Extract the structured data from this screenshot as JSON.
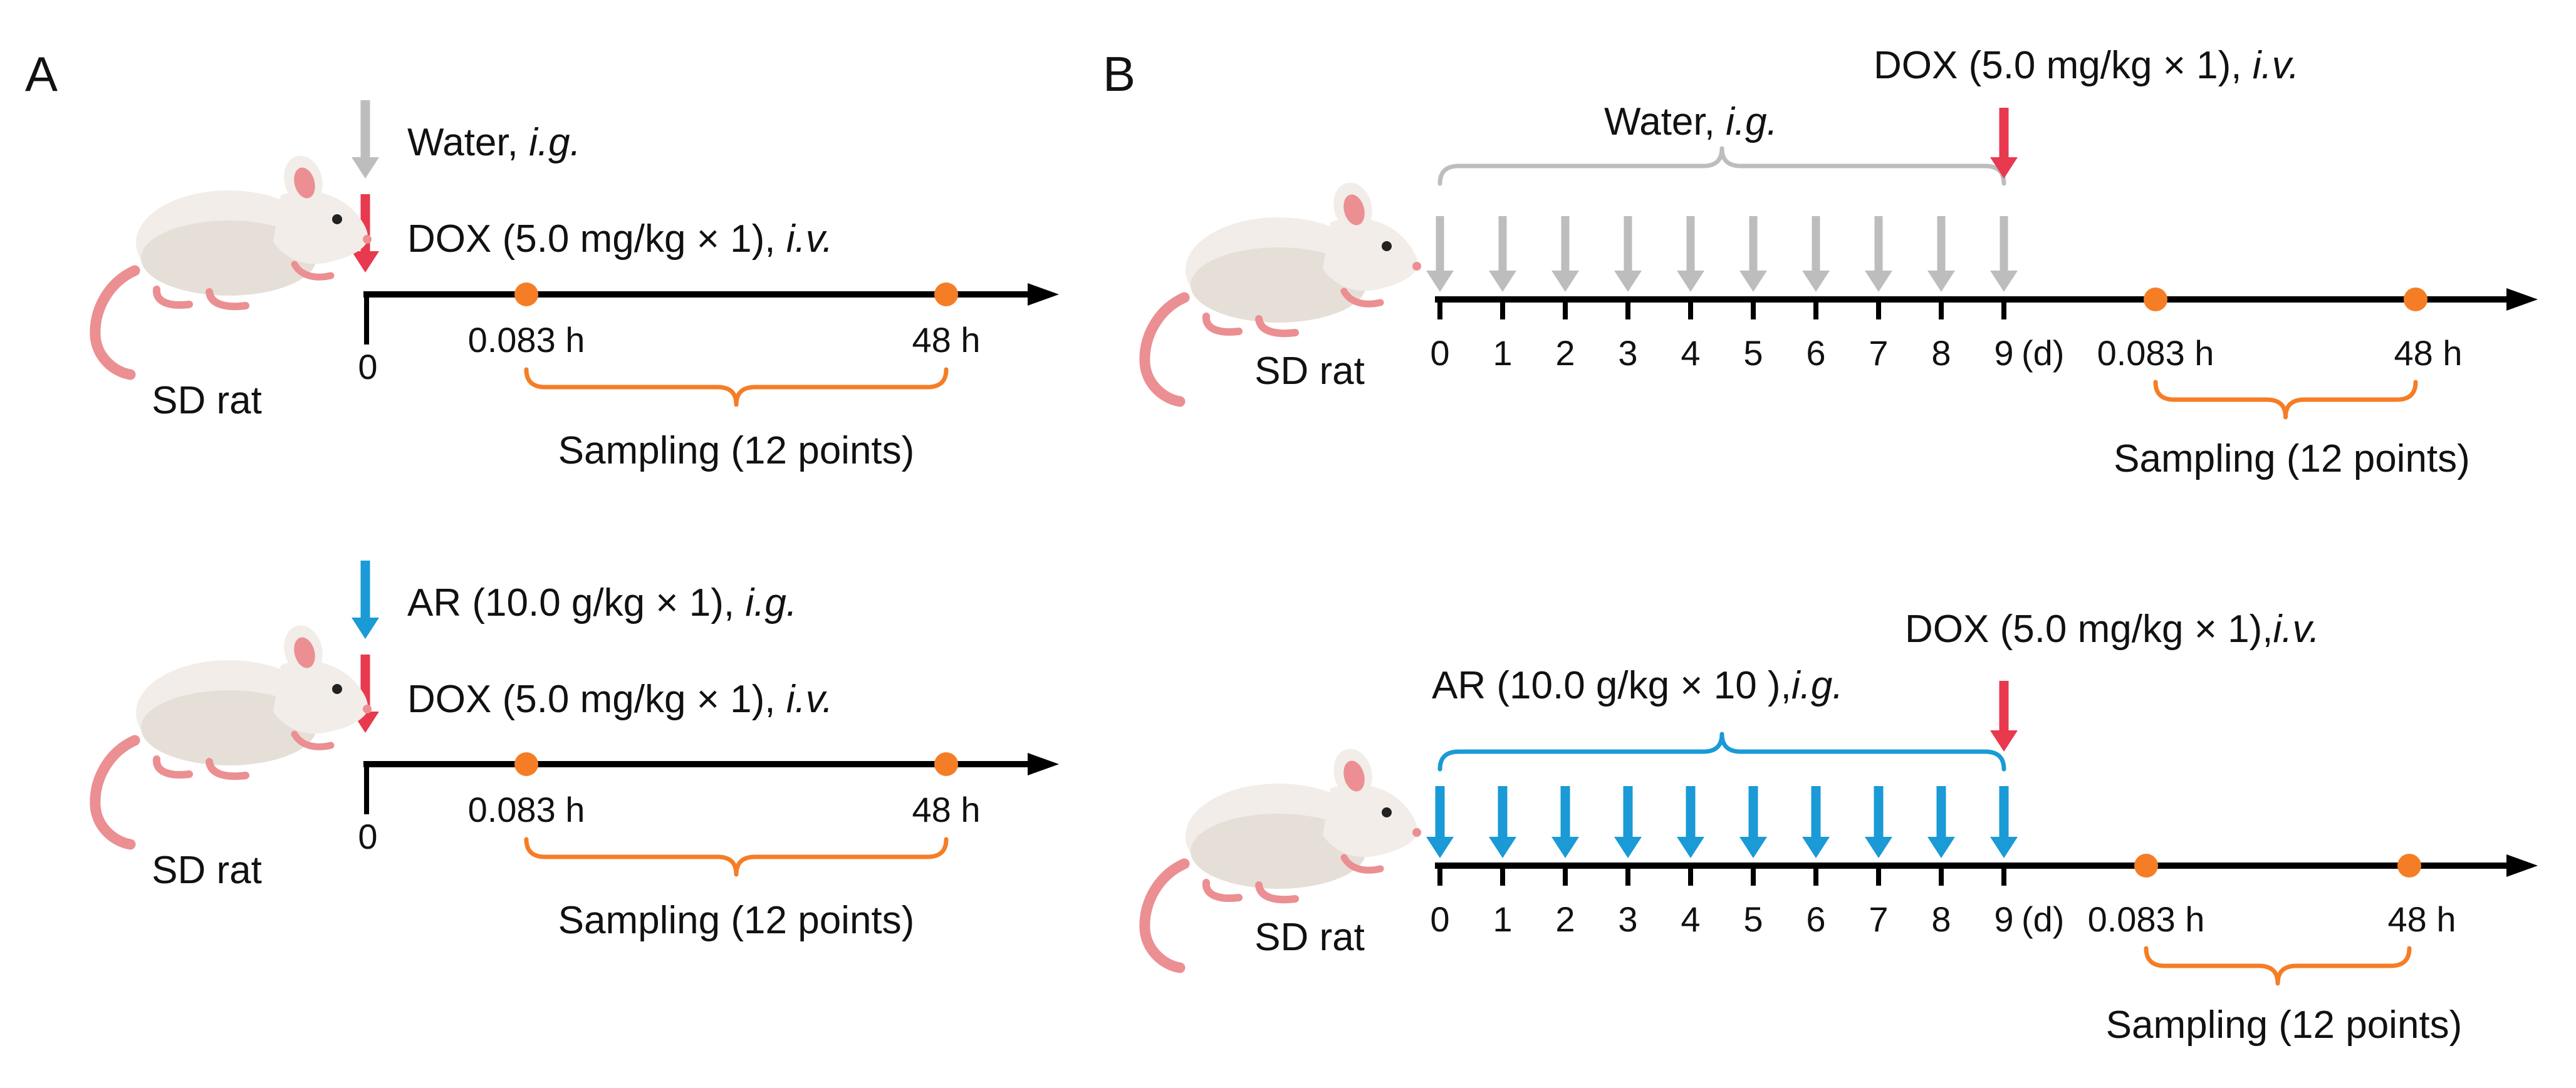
{
  "colors": {
    "water": "#bdbdbd",
    "dox": "#e8394f",
    "ar": "#1a9ad6",
    "sampling": "#f57d26",
    "axis": "#000000",
    "rat_body": "#f2ede8",
    "rat_pink": "#eb8f92"
  },
  "icons": [
    "rat-icon"
  ],
  "panel_a": {
    "label": "A",
    "groups": [
      {
        "pretreatment": {
          "drug": "Water, ",
          "route": "i.g."
        },
        "dose": {
          "drug": "DOX (5.0 mg/kg × 1), ",
          "route": "i.v."
        },
        "animal": "SD rat",
        "zero": "0",
        "first_sample": "0.083 h",
        "last_sample": "48 h",
        "sampling": "Sampling (12 points)"
      },
      {
        "pretreatment": {
          "drug": "AR (10.0 g/kg × 1), ",
          "route": "i.g."
        },
        "dose": {
          "drug": "DOX (5.0 mg/kg × 1), ",
          "route": "i.v."
        },
        "animal": "SD rat",
        "zero": "0",
        "first_sample": "0.083 h",
        "last_sample": "48 h",
        "sampling": "Sampling (12 points)"
      }
    ]
  },
  "panel_b": {
    "label": "B",
    "day_unit": "(d)",
    "days": [
      "0",
      "1",
      "2",
      "3",
      "4",
      "5",
      "6",
      "7",
      "8",
      "9"
    ],
    "groups": [
      {
        "pretreatment": {
          "drug": "Water, ",
          "route": "i.g."
        },
        "dose": {
          "drug": "DOX (5.0 mg/kg × 1), ",
          "route": "i.v."
        },
        "animal": "SD rat",
        "first_sample": "0.083 h",
        "last_sample": "48 h",
        "sampling": "Sampling (12 points)"
      },
      {
        "pretreatment": {
          "drug": "AR (10.0 g/kg × 10 ),",
          "route": "i.g."
        },
        "dose": {
          "drug": "DOX (5.0 mg/kg × 1),",
          "route": "i.v."
        },
        "animal": "SD rat",
        "first_sample": "0.083 h",
        "last_sample": "48 h",
        "sampling": "Sampling (12 points)"
      }
    ]
  }
}
